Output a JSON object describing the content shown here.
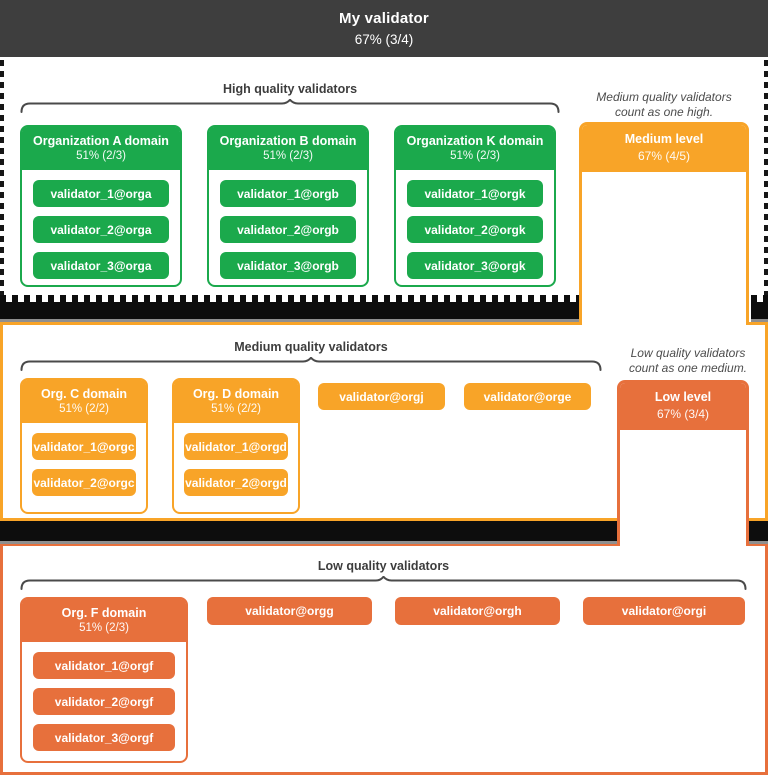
{
  "banner": {
    "title": "My validator",
    "stat": "67% (3/4)"
  },
  "high": {
    "title": "High quality validators",
    "note_line1": "Medium quality validators",
    "note_line2": "count as one high.",
    "orgs": [
      {
        "name": "Organization A domain",
        "stat": "51% (2/3)",
        "validators": [
          "validator_1@orga",
          "validator_2@orga",
          "validator_3@orga"
        ]
      },
      {
        "name": "Organization B domain",
        "stat": "51% (2/3)",
        "validators": [
          "validator_1@orgb",
          "validator_2@orgb",
          "validator_3@orgb"
        ]
      },
      {
        "name": "Organization K domain",
        "stat": "51% (2/3)",
        "validators": [
          "validator_1@orgk",
          "validator_2@orgk",
          "validator_3@orgk"
        ]
      }
    ],
    "level_box": {
      "name": "Medium level",
      "stat": "67% (4/5)"
    }
  },
  "medium": {
    "title": "Medium quality validators",
    "note_line1": "Low quality validators",
    "note_line2": "count as one medium.",
    "orgs": [
      {
        "name": "Org. C domain",
        "stat": "51% (2/2)",
        "validators": [
          "validator_1@orgc",
          "validator_2@orgc"
        ]
      },
      {
        "name": "Org. D domain",
        "stat": "51% (2/2)",
        "validators": [
          "validator_1@orgd",
          "validator_2@orgd"
        ]
      }
    ],
    "solo_validators": [
      "validator@orgj",
      "validator@orge"
    ],
    "level_box": {
      "name": "Low level",
      "stat": "67% (3/4)"
    }
  },
  "low": {
    "title": "Low quality validators",
    "orgs": [
      {
        "name": "Org. F domain",
        "stat": "51% (2/3)",
        "validators": [
          "validator_1@orgf",
          "validator_2@orgf",
          "validator_3@orgf"
        ]
      }
    ],
    "solo_validators": [
      "validator@orgg",
      "validator@orgh",
      "validator@orgi"
    ]
  },
  "colors": {
    "banner": "#3E3E3E",
    "high": "#1BA94C",
    "medium": "#F8A428",
    "low": "#E7703C"
  }
}
